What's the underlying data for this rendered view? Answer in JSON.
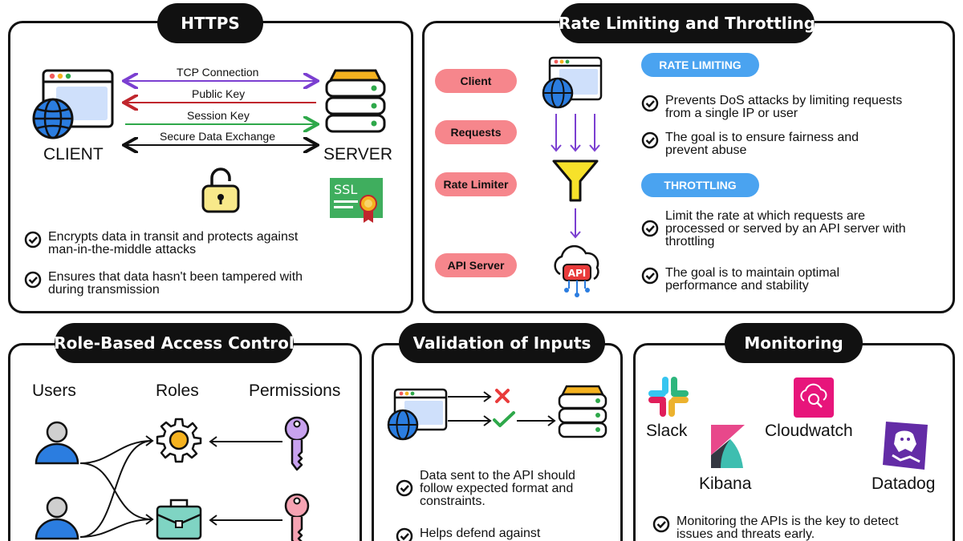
{
  "https": {
    "title": "HTTPS",
    "client_label": "CLIENT",
    "server_label": "SERVER",
    "arrows": [
      "TCP Connection",
      "Public Key",
      "Session Key",
      "Secure Data Exchange"
    ],
    "ssl_text": "SSL",
    "bullets": [
      [
        "Encrypts data in transit and protects against",
        "man-in-the-middle attacks"
      ],
      [
        "Ensures that data hasn't been tampered with",
        "during transmission"
      ]
    ]
  },
  "rate": {
    "title": "Rate Limiting and Throttling",
    "left_pills": [
      "Client",
      "Requests",
      "Rate Limiter",
      "API Server"
    ],
    "api_text": "API",
    "rate_limiting_label": "RATE LIMITING",
    "throttling_label": "THROTTLING",
    "rate_bullets": [
      [
        "Prevents DoS attacks by limiting requests",
        "from a single IP or user"
      ],
      [
        "The goal is to ensure fairness and",
        "prevent abuse"
      ]
    ],
    "throttle_bullets": [
      [
        "Limit the rate at which requests are",
        "processed or served by an API server with",
        "throttling"
      ],
      [
        "The goal is to maintain optimal",
        "performance and stability"
      ]
    ]
  },
  "rbac": {
    "title": "Role-Based Access Control",
    "headers": [
      "Users",
      "Roles",
      "Permissions"
    ]
  },
  "validation": {
    "title": "Validation of Inputs",
    "bullets": [
      [
        "Data sent to the API should",
        "follow expected format and",
        "constraints."
      ],
      [
        "Helps defend against"
      ]
    ]
  },
  "monitoring": {
    "title": "Monitoring",
    "tools": [
      "Slack",
      "Cloudwatch",
      "Kibana",
      "Datadog"
    ],
    "bullet": [
      "Monitoring the APIs is the key to detect",
      "issues and threats early."
    ]
  },
  "colors": {
    "purple": "#7b3fd1",
    "red": "#c0262d",
    "green": "#2ea84a",
    "pink_pill": "#f6868c",
    "blue_pill": "#4aa3f0",
    "gold": "#f5b21f"
  }
}
